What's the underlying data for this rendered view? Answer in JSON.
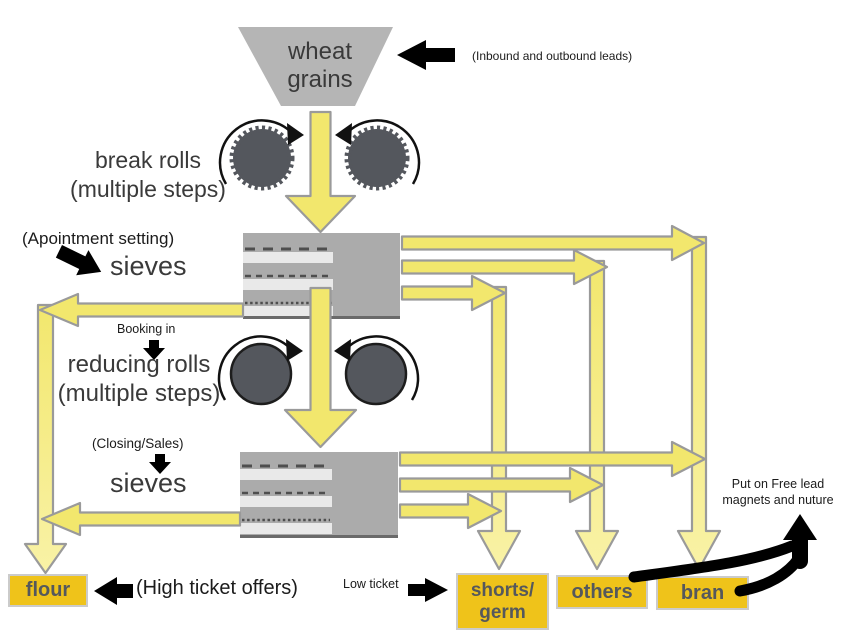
{
  "diagram": {
    "funnel": {
      "label": "wheat\ngrains"
    },
    "stages": {
      "break_rolls": "break rolls\n(multiple steps)",
      "sieves1": "sieves",
      "reducing_rolls": "reducing rolls\n(multiple steps)",
      "sieves2": "sieves"
    },
    "outputs": {
      "flour": "flour",
      "shorts_germ": "shorts/\ngerm",
      "others": "others",
      "bran": "bran"
    },
    "annotations": {
      "inbound": "(Inbound and outbound leads)",
      "appointment": "(Apointment setting)",
      "booking": "Booking in",
      "closing": "(Closing/Sales)",
      "high_ticket": "(High ticket offers)",
      "low_ticket": "Low ticket",
      "nurture": "Put on Free lead\nmagnets and nuture"
    },
    "colors": {
      "arrow_yellow": "#F2E76D",
      "arrow_yellow_light": "#F9F2A6",
      "arrow_border": "#9A9A9A",
      "machine_gray": "#B5B5B5",
      "sieve_gray": "#ABABAB",
      "sieve_band": "#E9E9E9",
      "roll_dark": "#54575D",
      "box_gold": "#EFC31A",
      "box_border": "#CBCBCB",
      "box_text": "#55585C",
      "annotation_black": "#000000"
    }
  }
}
